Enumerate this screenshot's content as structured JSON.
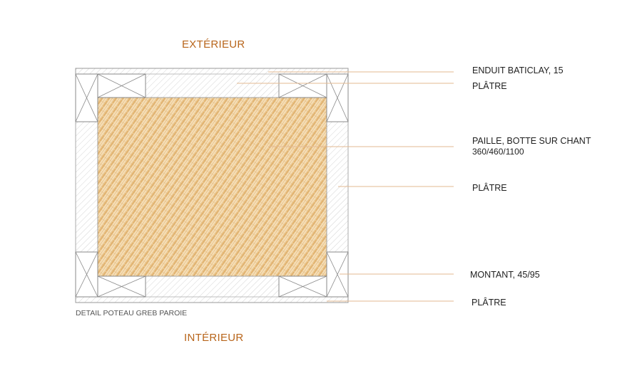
{
  "colors": {
    "orientation": "#b8651b",
    "leader": "#e3b992",
    "outline": "#9a9a9a",
    "hatch": "#c9c9c9",
    "straw_base": "#ecc890",
    "straw_light": "#f7e4c2",
    "straw_dark": "#d9a45c"
  },
  "orientation": {
    "exterior": "EXTÉRIEUR",
    "interior": "INTÉRIEUR"
  },
  "caption": "DETAIL POTEAU GREB PAROIE",
  "labels": [
    {
      "id": "enduit",
      "lines": [
        "ENDUIT BATICLAY, 15"
      ]
    },
    {
      "id": "platre-1",
      "lines": [
        "PLÂTRE"
      ]
    },
    {
      "id": "paille",
      "lines": [
        "PAILLE, BOTTE SUR CHANT",
        "360/460/1100"
      ]
    },
    {
      "id": "platre-2",
      "lines": [
        "PLÂTRE"
      ]
    },
    {
      "id": "montant",
      "lines": [
        "MONTANT, 45/95"
      ]
    },
    {
      "id": "platre-3",
      "lines": [
        "PLÂTRE"
      ]
    }
  ]
}
